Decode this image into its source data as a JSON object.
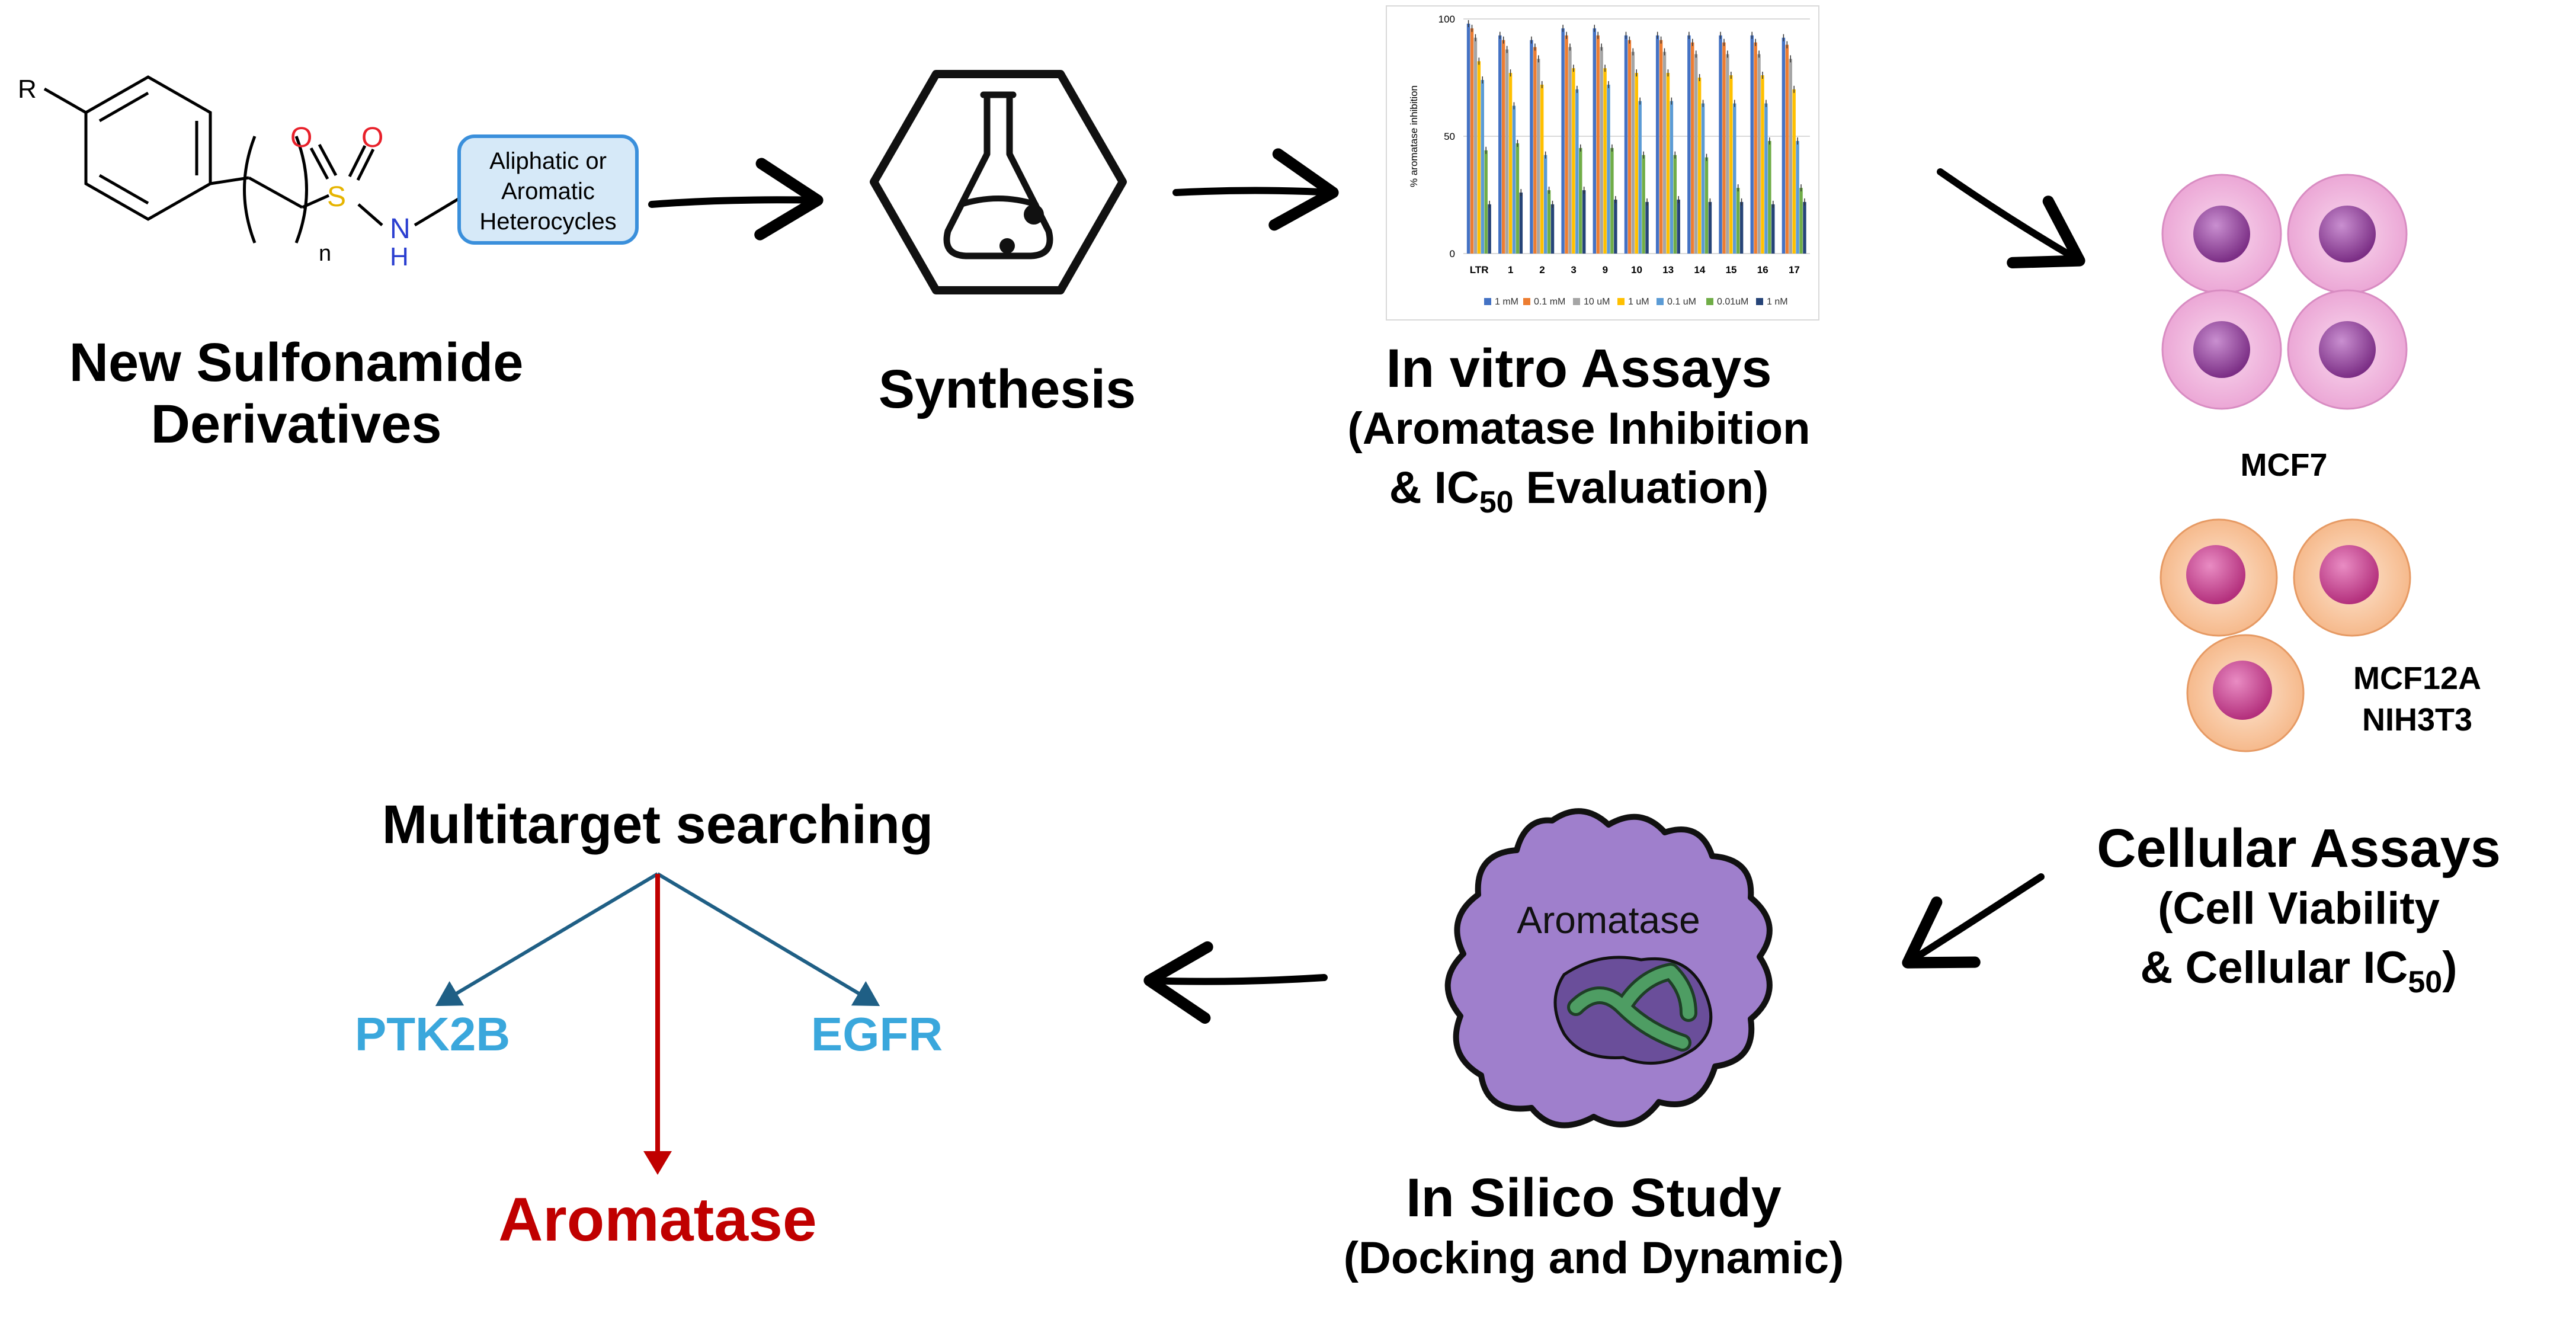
{
  "molecule": {
    "r_label": "R",
    "n_label": "n",
    "s_label": "S",
    "o_label": "O",
    "n_h_label": "N",
    "h_label": "H",
    "box_lines": [
      "Aliphatic or",
      "Aromatic",
      "Heterocycles"
    ],
    "caption_line1": "New Sulfonamide",
    "caption_line2": "Derivatives"
  },
  "synthesis": {
    "caption": "Synthesis"
  },
  "invitro": {
    "title": "In vitro Assays",
    "sub1": "(Aromatase Inhibition",
    "sub2_pre": "& IC",
    "sub2_sub": "50",
    "sub2_post": " Evaluation)"
  },
  "cells": {
    "mcf7": "MCF7",
    "mcf12a": "MCF12A",
    "nih3t3": "NIH3T3"
  },
  "cellular": {
    "title": "Cellular Assays",
    "sub1": "(Cell Viability",
    "sub2_pre": "& Cellular IC",
    "sub2_sub": "50",
    "sub2_post": ")"
  },
  "insilico": {
    "protein_label": "Aromatase",
    "title": "In Silico Study",
    "sub": "(Docking and Dynamic)"
  },
  "multitarget": {
    "title": "Multitarget searching",
    "target_left": "PTK2B",
    "target_right": "EGFR",
    "target_main": "Aromatase"
  },
  "colors": {
    "oxygen": "#e8202a",
    "sulfur": "#e6b400",
    "nitrogen": "#2b3fd0",
    "box_fill": "#d6e9f8",
    "box_stroke": "#3a8fdb",
    "target_blue": "#3aa7dc",
    "target_red": "#c00000",
    "branch_line": "#1f5f85",
    "cell_pink_outer": "#f2b8e0",
    "cell_pink_nucleus": "#9b3f9b",
    "cell_orange_outer": "#f9c9a3",
    "cell_orange_nucleus": "#c23e86",
    "protein_fill": "#9f7fcc",
    "protein_pocket": "#6a4e9a",
    "ligand": "#4e9d63"
  },
  "chart_data": {
    "type": "bar",
    "ylabel": "% aromatase inhibition",
    "ylim": [
      0,
      100
    ],
    "yticks": [
      0,
      50,
      100
    ],
    "categories": [
      "LTR",
      "1",
      "2",
      "3",
      "9",
      "10",
      "13",
      "14",
      "15",
      "16",
      "17"
    ],
    "series": [
      {
        "name": "1 mM",
        "color": "#4472c4",
        "values": [
          98,
          93,
          91,
          96,
          96,
          93,
          93,
          93,
          93,
          93,
          92
        ]
      },
      {
        "name": "0.1 mM",
        "color": "#ed7d31",
        "values": [
          96,
          91,
          88,
          93,
          93,
          91,
          91,
          90,
          90,
          90,
          89
        ]
      },
      {
        "name": "10 uM",
        "color": "#a5a5a5",
        "values": [
          92,
          87,
          83,
          88,
          88,
          86,
          86,
          85,
          85,
          85,
          83
        ]
      },
      {
        "name": "1 uM",
        "color": "#ffc000",
        "values": [
          82,
          77,
          72,
          79,
          79,
          77,
          77,
          75,
          76,
          76,
          70
        ]
      },
      {
        "name": "0.1 uM",
        "color": "#5b9bd5",
        "values": [
          74,
          63,
          42,
          70,
          72,
          65,
          65,
          64,
          64,
          64,
          48
        ]
      },
      {
        "name": "0.01uM",
        "color": "#70ad47",
        "values": [
          44,
          47,
          27,
          45,
          45,
          42,
          42,
          41,
          28,
          48,
          28
        ]
      },
      {
        "name": "1 nM",
        "color": "#264478",
        "values": [
          21,
          26,
          21,
          27,
          23,
          22,
          23,
          22,
          22,
          21,
          22
        ]
      }
    ],
    "legend": "bottom"
  }
}
